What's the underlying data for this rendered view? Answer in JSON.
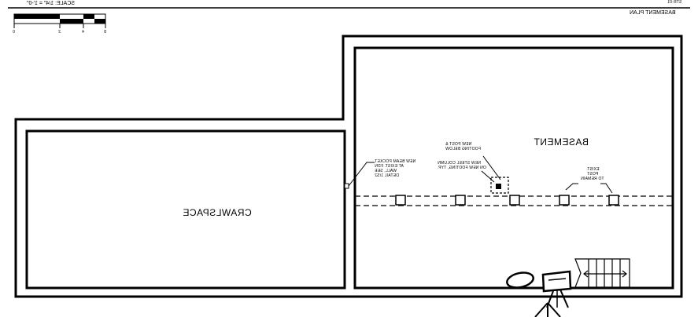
{
  "title_block": {
    "scale_label": "SCALE: 1/4\" = 1'-0\"",
    "sheet_label": "BASEMENT PLAN",
    "sheet_small": "STR-01"
  },
  "scale_bar": {
    "ticks": [
      "0",
      "2",
      "4",
      "8"
    ]
  },
  "rooms": {
    "crawlspace": "CRAWLSPACE",
    "basement": "BASEMENT"
  },
  "notes": {
    "wall_note": [
      "NEW BEAM POCKET",
      "AT EXIST. FDN",
      "WALL, SEE",
      "DETAIL 1/S2"
    ],
    "post_note_top": [
      "NEW POST &",
      "FOOTING BELOW"
    ],
    "post_note_mid": [
      "NEW STEEL COLUMN",
      "ON NEW FOOTING, TYP."
    ],
    "post_note_right": [
      "EXIST.",
      "POST",
      "TO REMAIN"
    ]
  },
  "colors": {
    "line": "#000000",
    "background": "#ffffff"
  }
}
